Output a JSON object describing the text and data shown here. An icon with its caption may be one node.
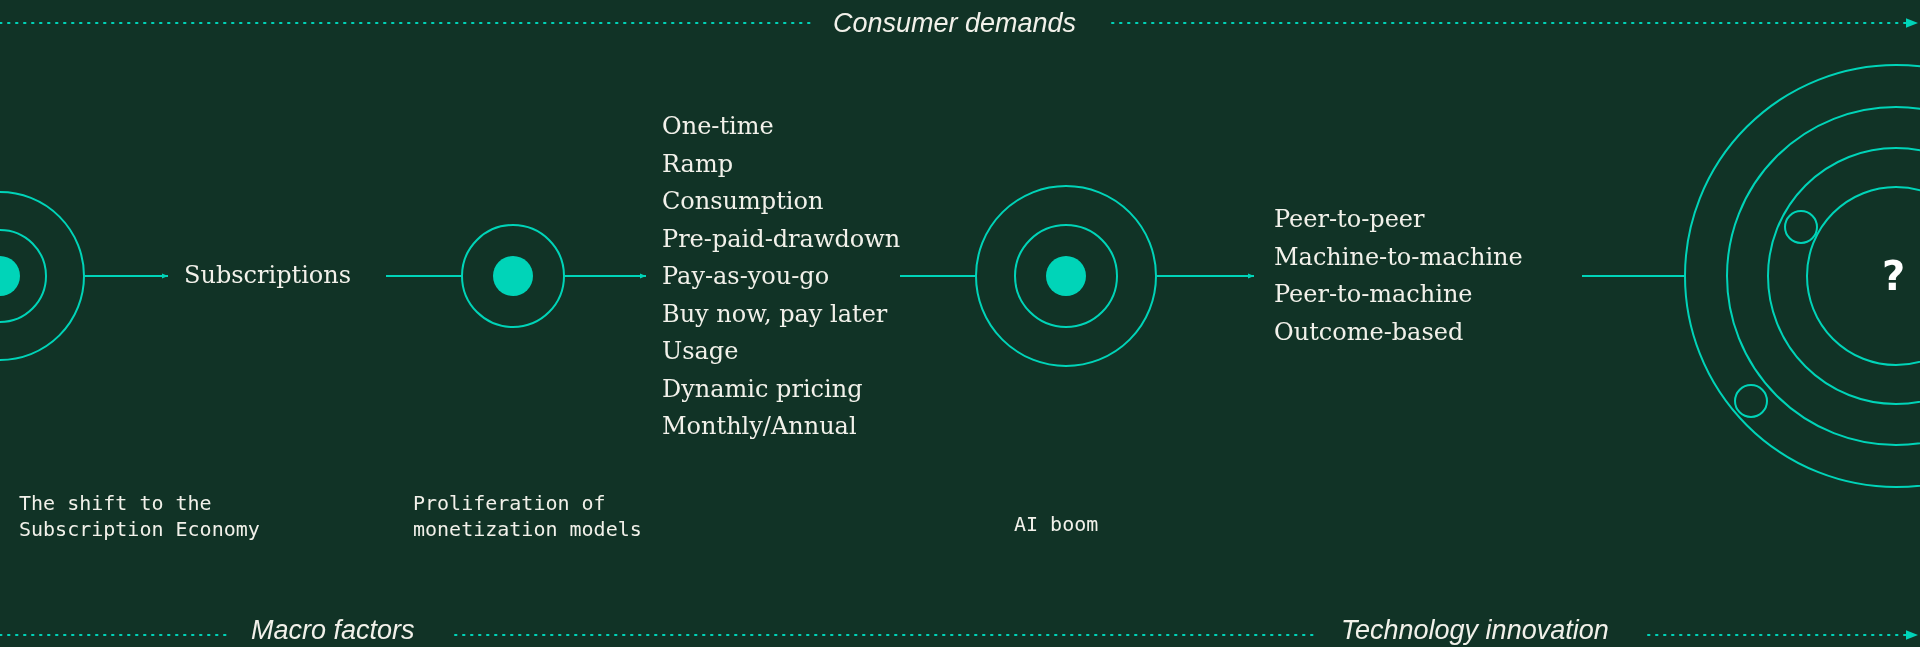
{
  "diagram": {
    "nodes": [
      {
        "text": [],
        "shape": "circle"
      },
      {
        "text": [
          "Subscriptions"
        ]
      },
      {
        "text": [],
        "shape": "circle"
      },
      {
        "text": [
          "One-time",
          "Ramp",
          "Consumption",
          "Pre-paid-drawdown",
          "Pay-as-you-go",
          "Buy now, pay later",
          "Usage",
          "Dynamic pricing",
          "Monthly/Annual"
        ]
      },
      {
        "text": [],
        "shape": "circle"
      },
      {
        "text": [
          "Peer-to-peer",
          "Machine-to-machine",
          "Peer-to-machine",
          "Outcome-based"
        ]
      },
      {
        "text": [
          "?"
        ]
      }
    ],
    "edges": [
      {
        "from": 0,
        "to": 1,
        "arrow": "to"
      },
      {
        "from": 1,
        "to": 2,
        "arrow": "none"
      },
      {
        "from": 2,
        "to": 3,
        "arrow": "to"
      },
      {
        "from": 3,
        "to": 4,
        "arrow": "none"
      },
      {
        "from": 4,
        "to": 5,
        "arrow": "to"
      },
      {
        "from": 5,
        "to": 6,
        "arrow": "none"
      }
    ],
    "labels": [
      "Consumer demands",
      "The shift to the Subscription Economy",
      "Proliferation of monetization models",
      "AI boom",
      "Macro factors",
      "Technology innovation"
    ]
  }
}
